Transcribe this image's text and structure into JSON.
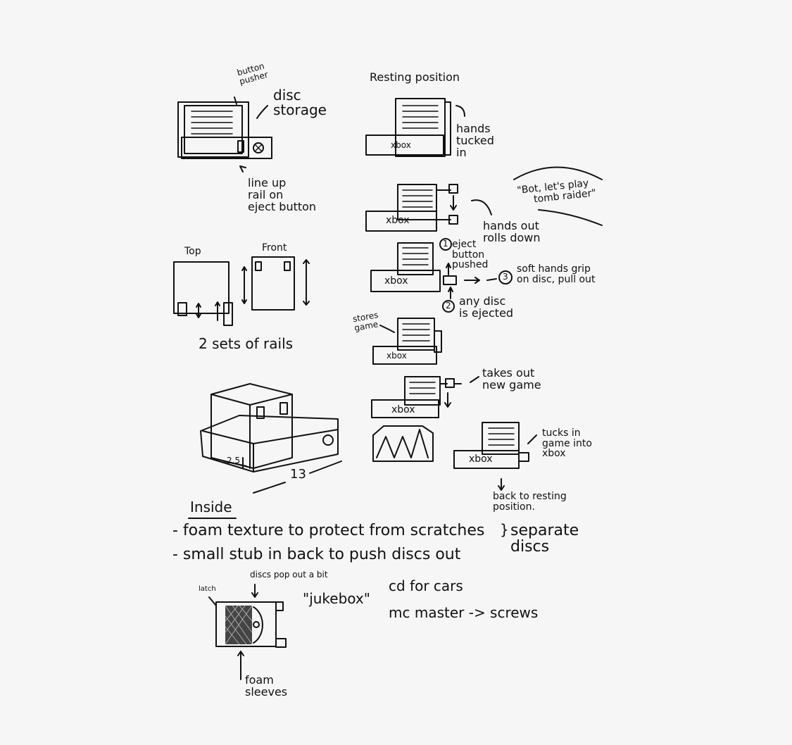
{
  "diagram": {
    "labels": {
      "button_pusher": "button\npusher",
      "disc_storage": "disc\nstorage",
      "line_up_rail": "line up\nrail on\neject button",
      "top": "Top",
      "front": "Front",
      "two_sets_rails": "2 sets of rails",
      "dim_2_5": "2.5",
      "dim_13": "13",
      "resting_position": "Resting position",
      "hands_tucked_in": "hands\ntucked\nin",
      "xbox": "xbox",
      "bot_quote": "\"Bot, let's play\n     tomb raider\"",
      "hands_out_rolls_down": "hands out\nrolls down",
      "step1": "1",
      "eject_button_pushed": "eject\nbutton\npushed",
      "step2": "2",
      "any_disc_ejected": "any disc\nis ejected",
      "step3": "3",
      "soft_hands_grip": "soft hands grip\non disc, pull out",
      "stores_game": "stores\ngame",
      "takes_out_new_game": "takes out\nnew game",
      "tucks_in_game": "tucks in\ngame into\nxbox",
      "back_to_resting": "back to resting\nposition.",
      "inside_heading": "Inside",
      "inside_line1": "- foam texture to protect from scratches",
      "separate_discs": "separate\ndiscs",
      "inside_line2": "- small stub in back to push discs out",
      "discs_pop_out": "discs pop out a bit",
      "latch": "latch",
      "foam_sleeves": "foam\nsleeves",
      "jukebox": "\"jukebox\"",
      "cd_for_cars": "cd for cars",
      "mcmaster_screws": "mc master -> screws"
    }
  }
}
